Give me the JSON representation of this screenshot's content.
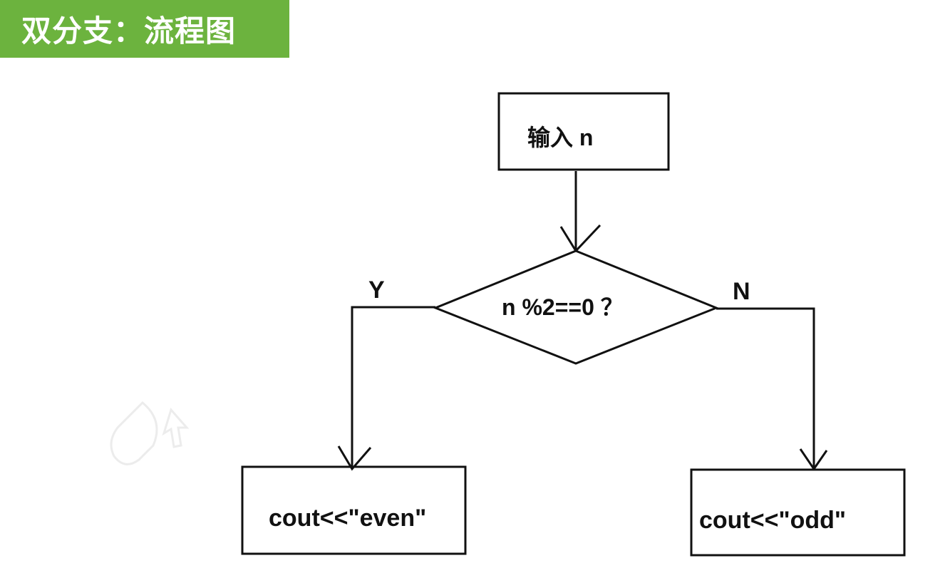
{
  "header": {
    "title": "双分支：流程图",
    "background_color": "#6cb33e",
    "text_color": "#ffffff"
  },
  "flowchart": {
    "input_box": {
      "label": "输入 n"
    },
    "decision": {
      "label": "n %2==0 ？"
    },
    "yes_branch": {
      "label": "Y"
    },
    "no_branch": {
      "label": "N"
    },
    "even_box": {
      "label": "cout<<\"even\""
    },
    "odd_box": {
      "label": "cout<<\"odd\""
    },
    "line_color": "#111111"
  },
  "watermark_icon": "mouse-cursor-icon"
}
